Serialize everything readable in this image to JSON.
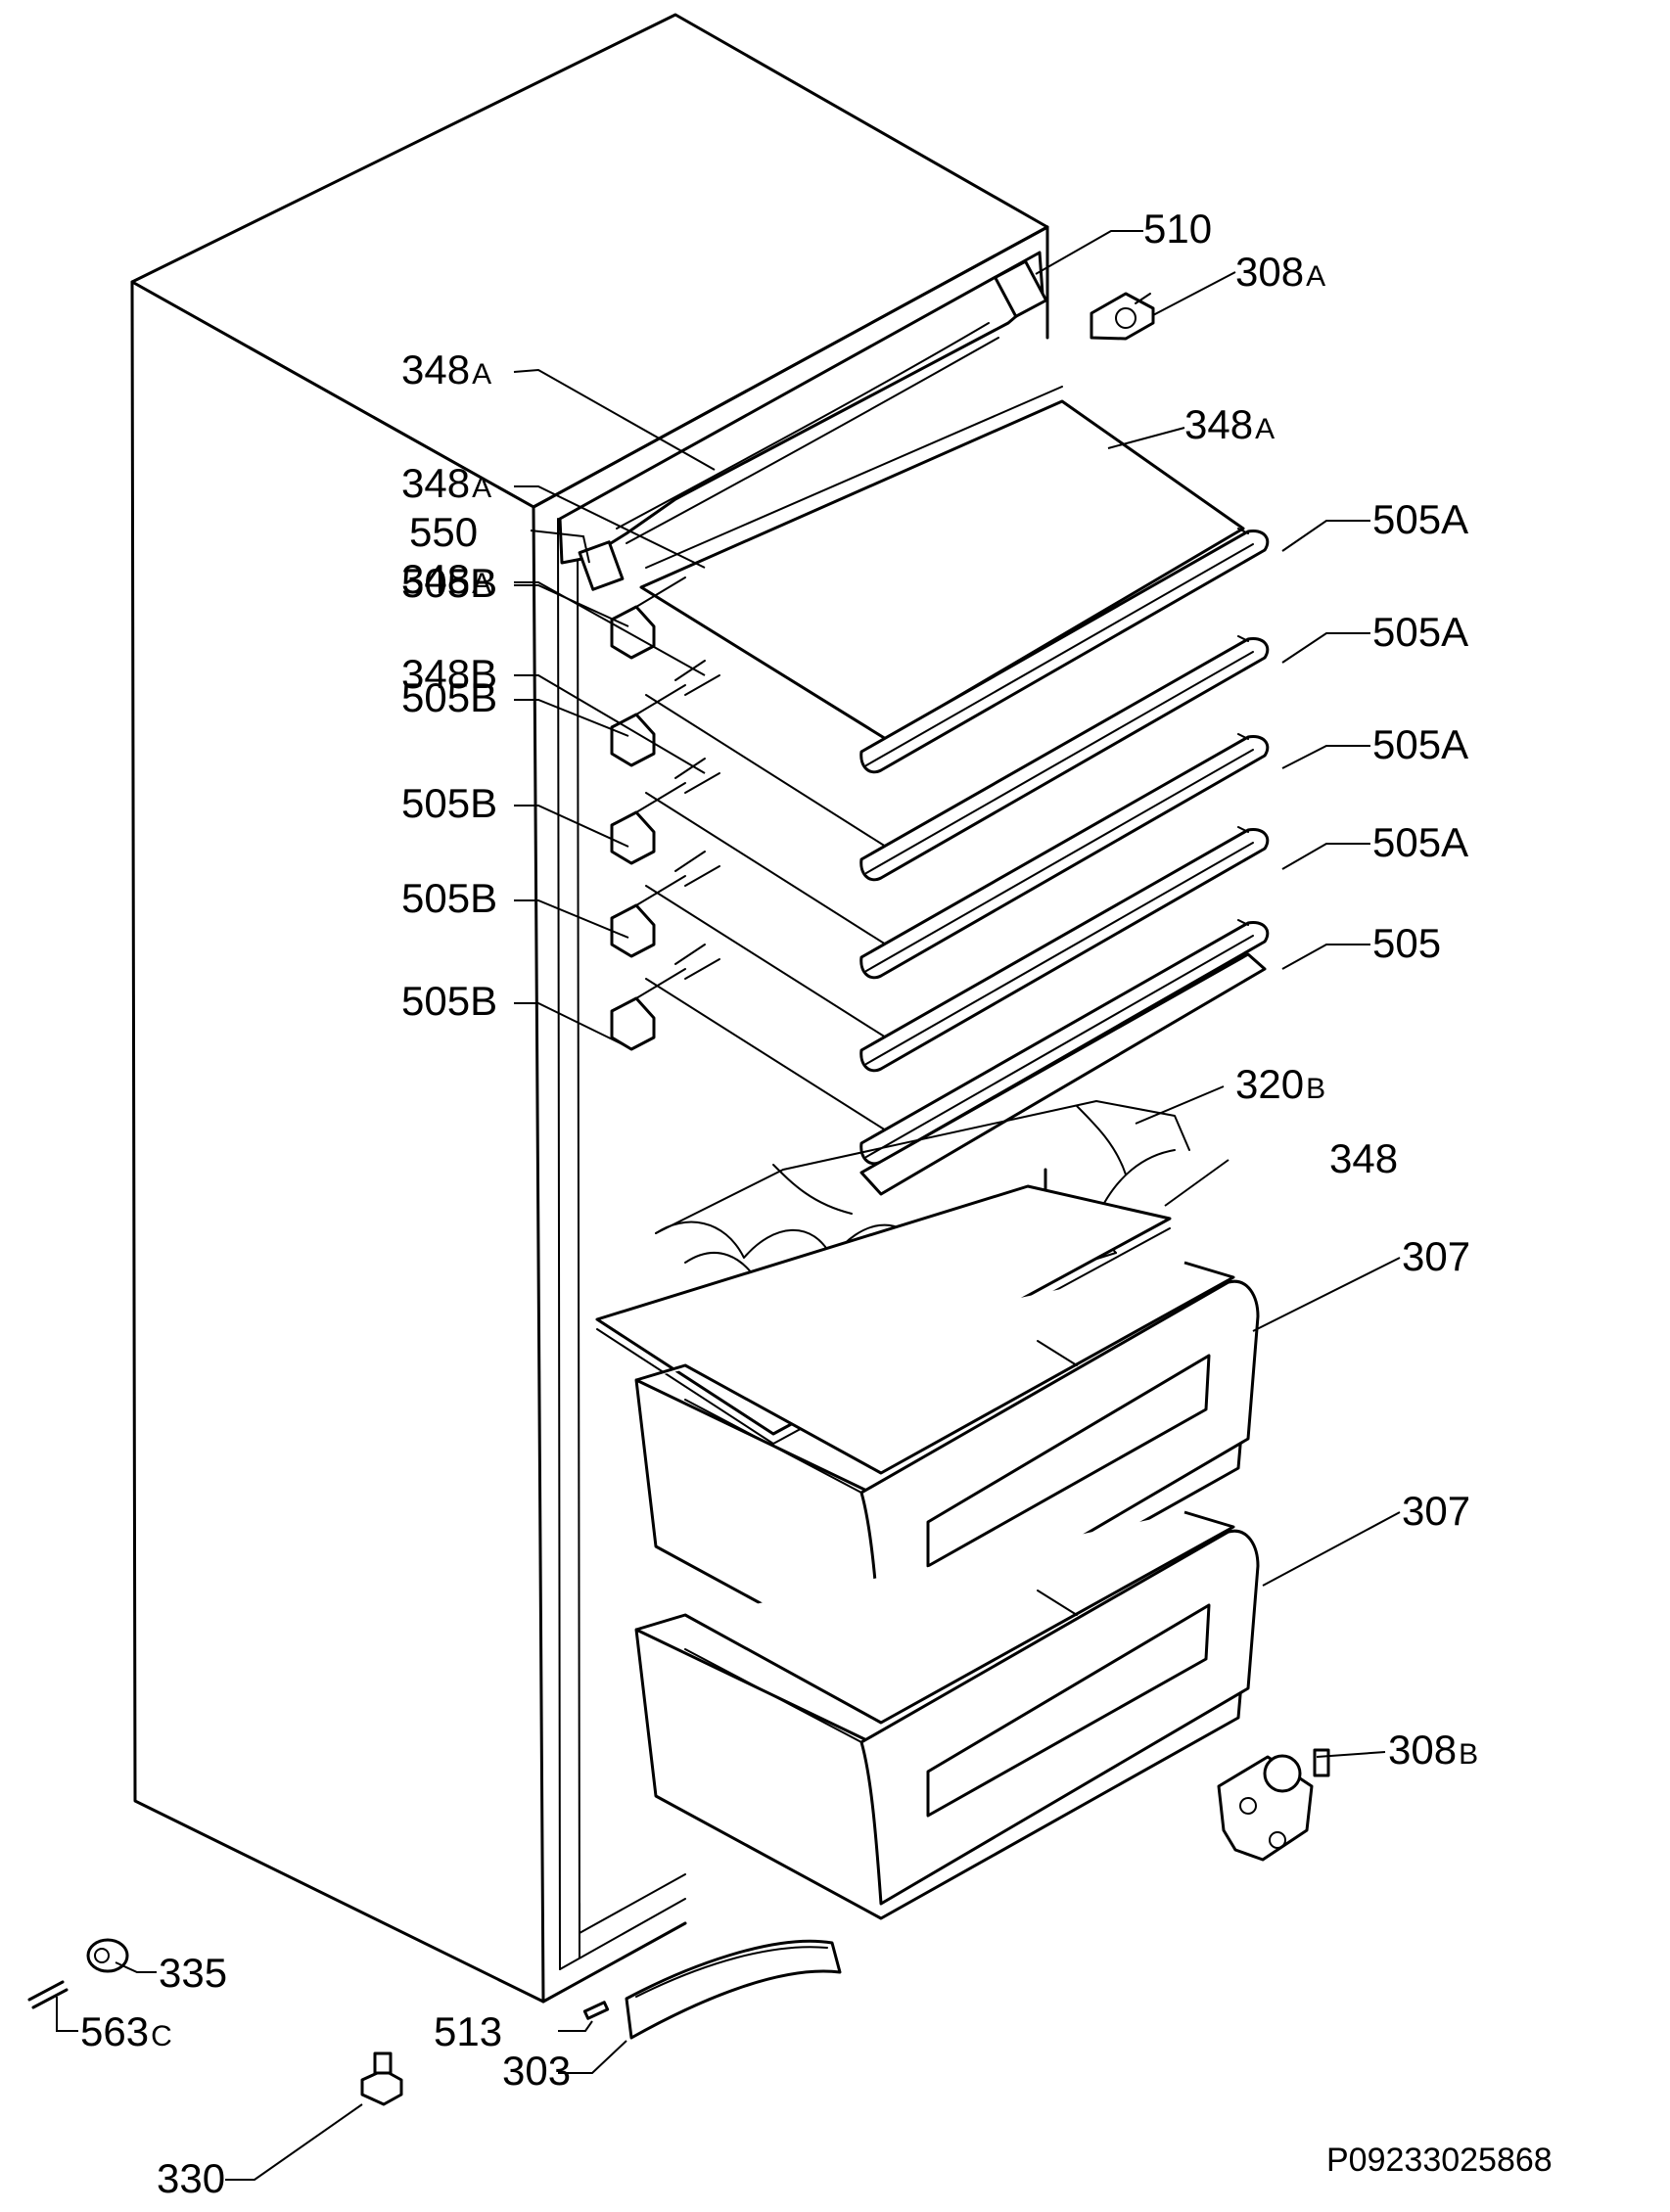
{
  "document_id": "P09233025868",
  "callouts": [
    {
      "id": "510",
      "num": "510",
      "suffix": ""
    },
    {
      "id": "308A",
      "num": "308",
      "suffix": "A"
    },
    {
      "id": "348A-top",
      "num": "348",
      "suffix": "A"
    },
    {
      "id": "550",
      "num": "550",
      "suffix": ""
    },
    {
      "id": "505A-1",
      "num": "505A",
      "suffix": ""
    },
    {
      "id": "505B-1",
      "num": "505B",
      "suffix": ""
    },
    {
      "id": "348A-1",
      "num": "348",
      "suffix": "A"
    },
    {
      "id": "505A-2",
      "num": "505A",
      "suffix": ""
    },
    {
      "id": "505B-2",
      "num": "505B",
      "suffix": ""
    },
    {
      "id": "348A-2",
      "num": "348",
      "suffix": "A"
    },
    {
      "id": "505A-3",
      "num": "505A",
      "suffix": ""
    },
    {
      "id": "505B-3",
      "num": "505B",
      "suffix": ""
    },
    {
      "id": "348A-3",
      "num": "348",
      "suffix": "A"
    },
    {
      "id": "505A-4",
      "num": "505A",
      "suffix": ""
    },
    {
      "id": "505B-4",
      "num": "505B",
      "suffix": ""
    },
    {
      "id": "348B",
      "num": "348B",
      "suffix": ""
    },
    {
      "id": "505",
      "num": "505",
      "suffix": ""
    },
    {
      "id": "505B-5",
      "num": "505B",
      "suffix": ""
    },
    {
      "id": "320B",
      "num": "320",
      "suffix": "B"
    },
    {
      "id": "348",
      "num": "348",
      "suffix": ""
    },
    {
      "id": "307-1",
      "num": "307",
      "suffix": ""
    },
    {
      "id": "307-2",
      "num": "307",
      "suffix": ""
    },
    {
      "id": "308B",
      "num": "308",
      "suffix": "B"
    },
    {
      "id": "335",
      "num": "335",
      "suffix": ""
    },
    {
      "id": "563C",
      "num": "563",
      "suffix": "C"
    },
    {
      "id": "513",
      "num": "513",
      "suffix": ""
    },
    {
      "id": "303",
      "num": "303",
      "suffix": ""
    },
    {
      "id": "330",
      "num": "330",
      "suffix": ""
    }
  ]
}
